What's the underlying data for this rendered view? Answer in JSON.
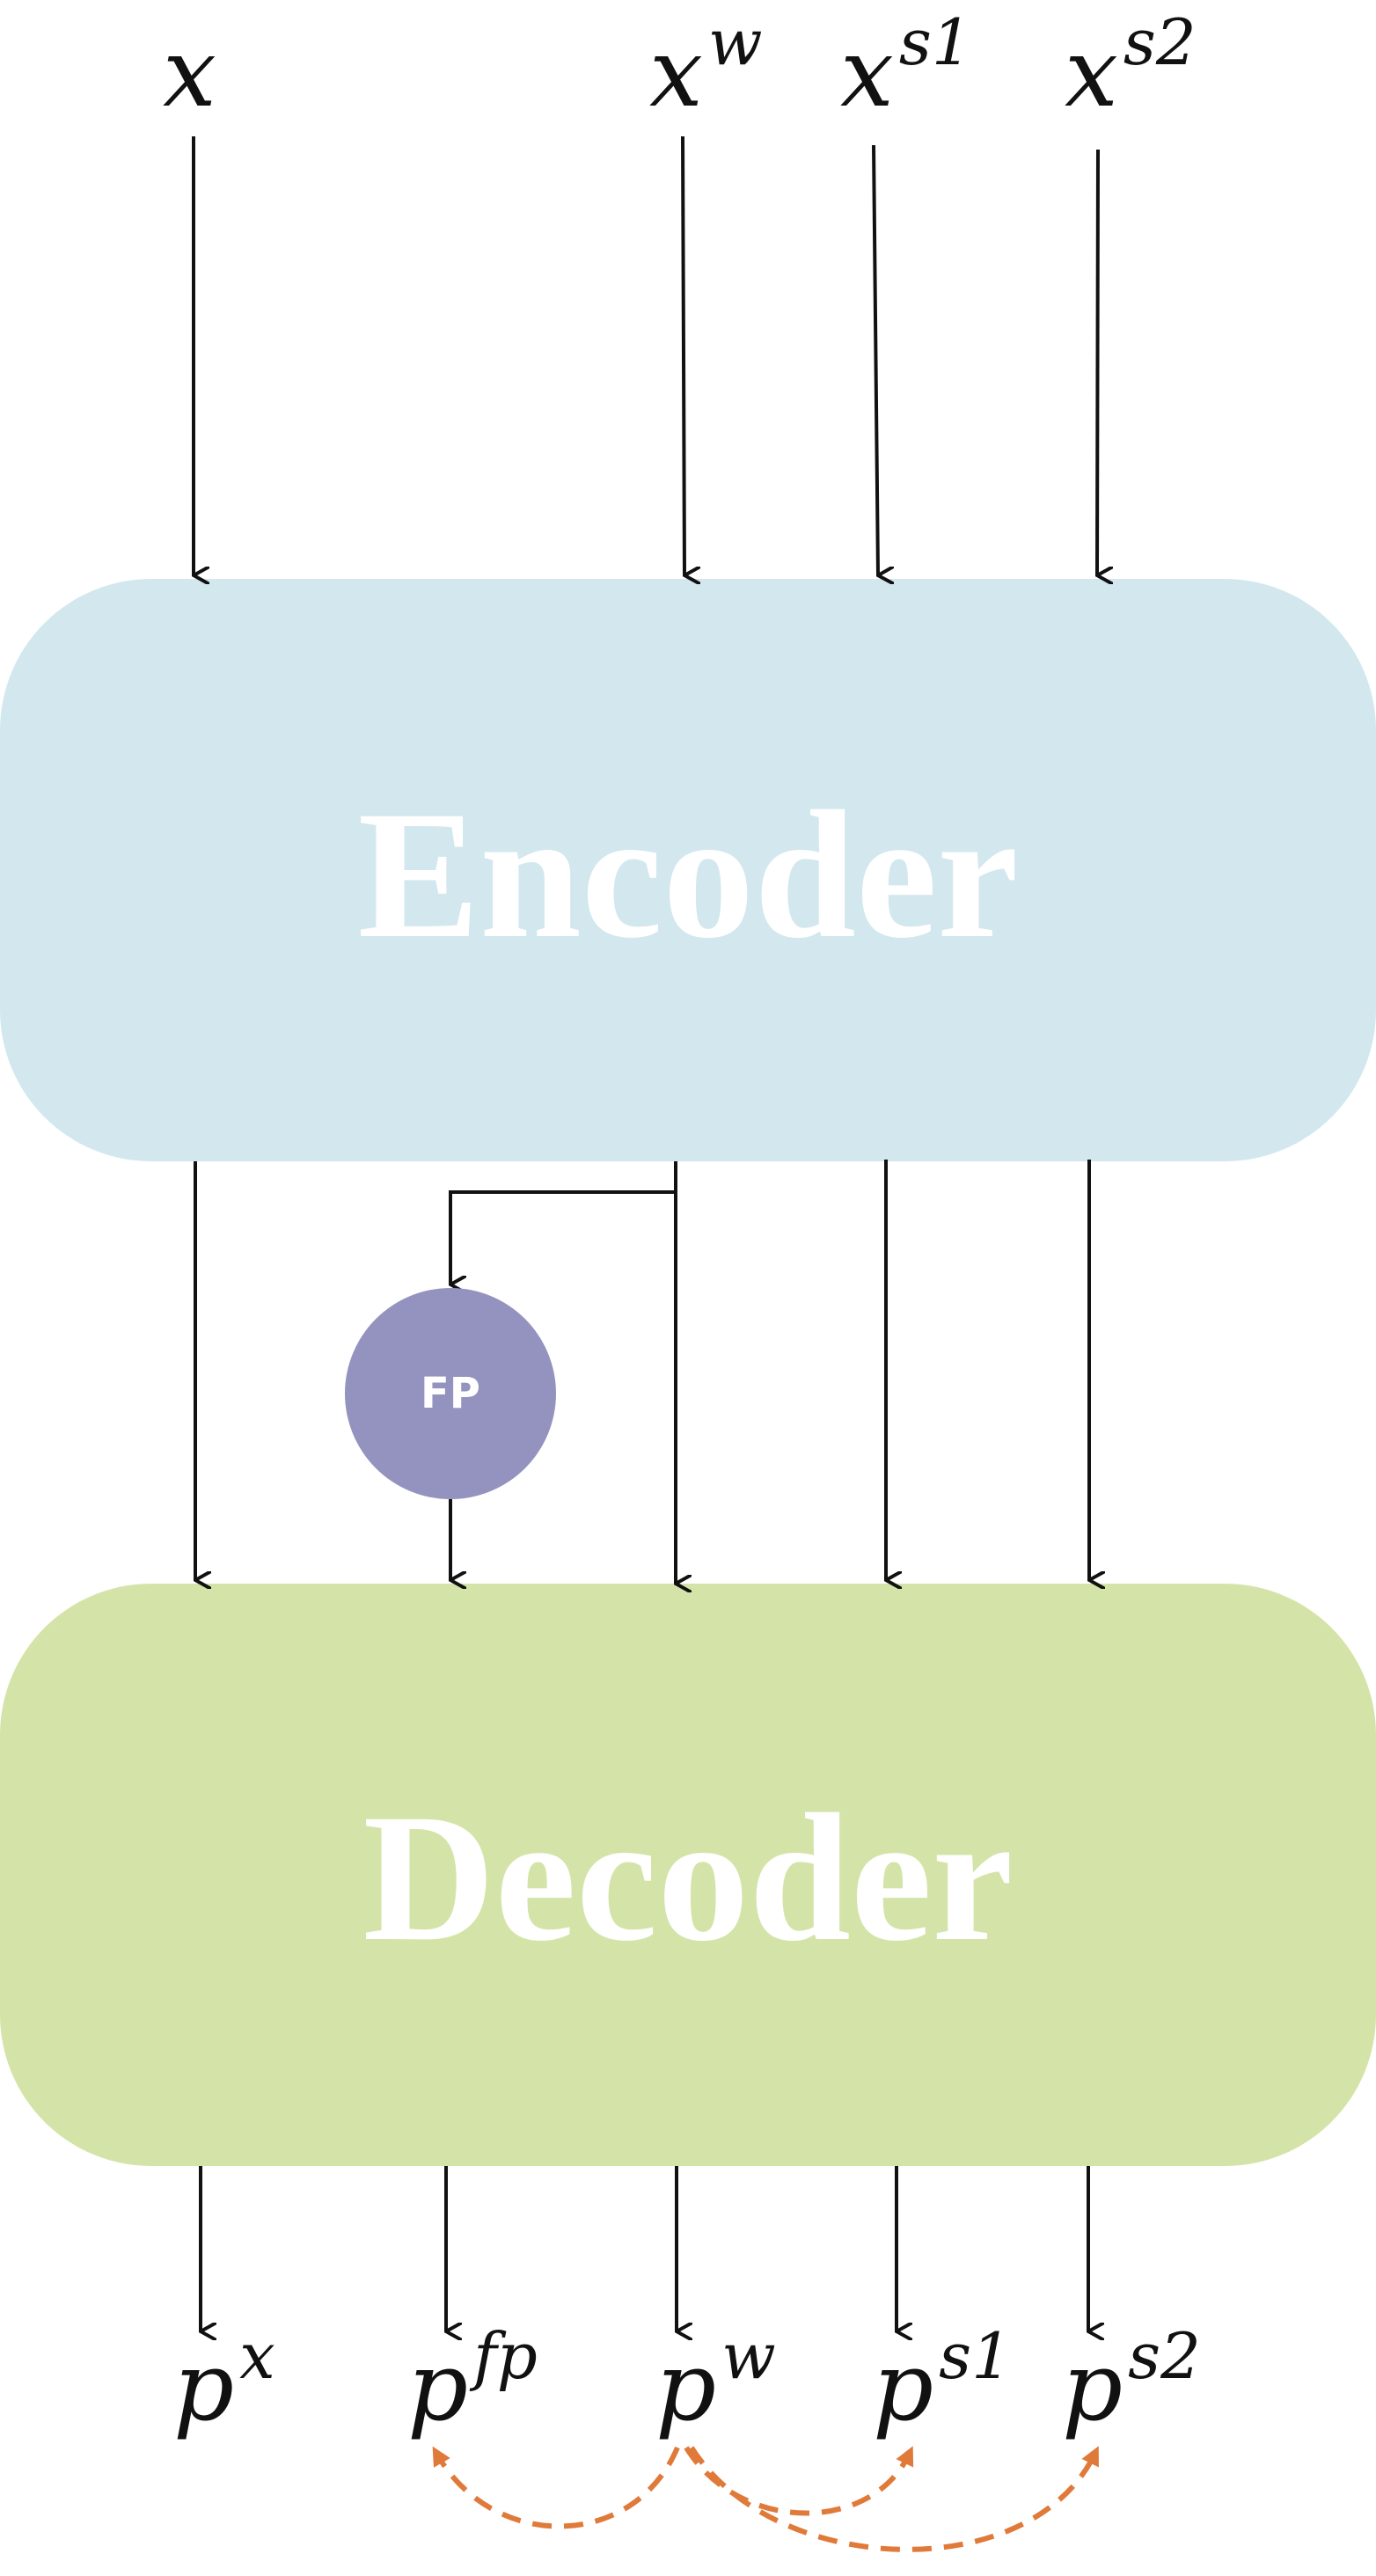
{
  "inputs": [
    {
      "base": "x",
      "sup": ""
    },
    {
      "base": "x",
      "sup": "w"
    },
    {
      "base": "x",
      "sup": "s1"
    },
    {
      "base": "x",
      "sup": "s2"
    }
  ],
  "encoder": {
    "label": "Encoder",
    "color": "#d2e8ee"
  },
  "decoder": {
    "label": "Decoder",
    "color": "#d4e4a9"
  },
  "fp_node": {
    "label": "FP",
    "color": "#9493bf"
  },
  "outputs": [
    {
      "base": "p",
      "sup": "x"
    },
    {
      "base": "p",
      "sup": "fp"
    },
    {
      "base": "p",
      "sup": "w"
    },
    {
      "base": "p",
      "sup": "s1"
    },
    {
      "base": "p",
      "sup": "s2"
    }
  ],
  "colors": {
    "arrow": "#111111",
    "consistency_arrow": "#e07a3a"
  }
}
